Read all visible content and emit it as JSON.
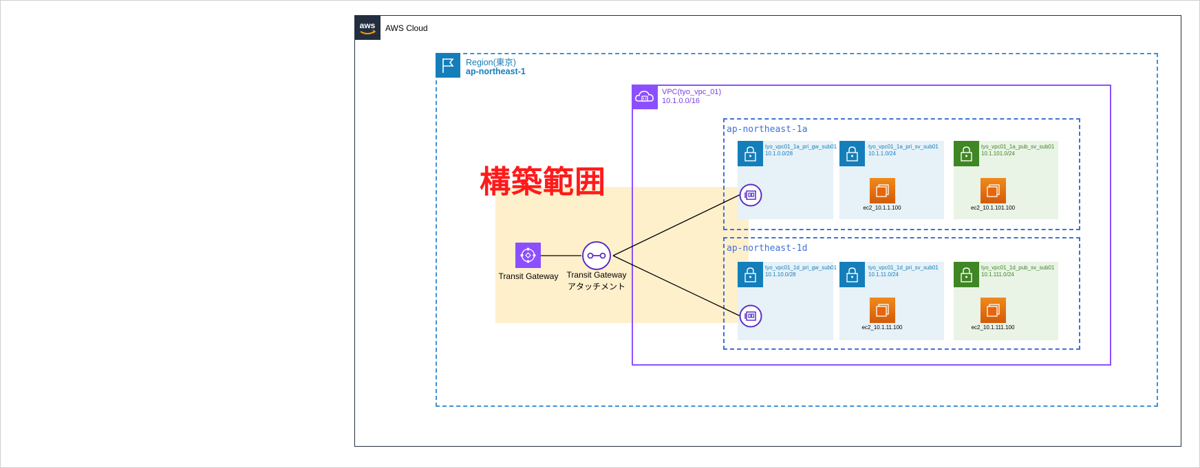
{
  "aws_cloud": {
    "label": "AWS Cloud",
    "logo_text": "aws"
  },
  "region": {
    "name": "Region(東京)",
    "code": "ap-northeast-1"
  },
  "scope_label": "構築範囲",
  "vpc": {
    "name": "VPC(tyo_vpc_01)",
    "cidr": "10.1.0.0/16"
  },
  "transit_gateway": {
    "label": "Transit Gateway"
  },
  "tgw_attachment": {
    "label_line1": "Transit Gateway",
    "label_line2": "アタッチメント"
  },
  "azs": [
    {
      "name": "ap-northeast-1a",
      "subnets": [
        {
          "name": "tyo_vpc01_1a_pri_gw_sub01",
          "cidr": "10.1.0.0/28",
          "type": "private"
        },
        {
          "name": "tyo_vpc01_1a_pri_sv_sub01",
          "cidr": "10.1.1.0/24",
          "type": "private",
          "instance": "ec2_10.1.1.100"
        },
        {
          "name": "tyo_vpc01_1a_pub_sv_sub01",
          "cidr": "10.1.101.0/24",
          "type": "public",
          "instance": "ec2_10.1.101.100"
        }
      ]
    },
    {
      "name": "ap-northeast-1d",
      "subnets": [
        {
          "name": "tyo_vpc01_1d_pri_gw_sub01",
          "cidr": "10.1.10.0/28",
          "type": "private"
        },
        {
          "name": "tyo_vpc01_1d_pri_sv_sub01",
          "cidr": "10.1.11.0/24",
          "type": "private",
          "instance": "ec2_10.1.11.100"
        },
        {
          "name": "tyo_vpc01_1d_pub_sv_sub01",
          "cidr": "10.1.111.0/24",
          "type": "public",
          "instance": "ec2_10.1.111.100"
        }
      ]
    }
  ],
  "colors": {
    "aws_dark": "#232f3e",
    "region_blue": "#147eba",
    "vpc_purple": "#8c4fff",
    "public_green": "#3f8624",
    "ec2_orange": "#e7650b",
    "scope_red": "#ff1a1a",
    "scope_bg": "#fff0cc"
  },
  "icons": [
    "aws-logo",
    "region-flag-icon",
    "vpc-cloud-icon",
    "lock-icon",
    "ec2-icon",
    "transit-gateway-icon",
    "tgw-attachment-icon",
    "eni-icon"
  ]
}
